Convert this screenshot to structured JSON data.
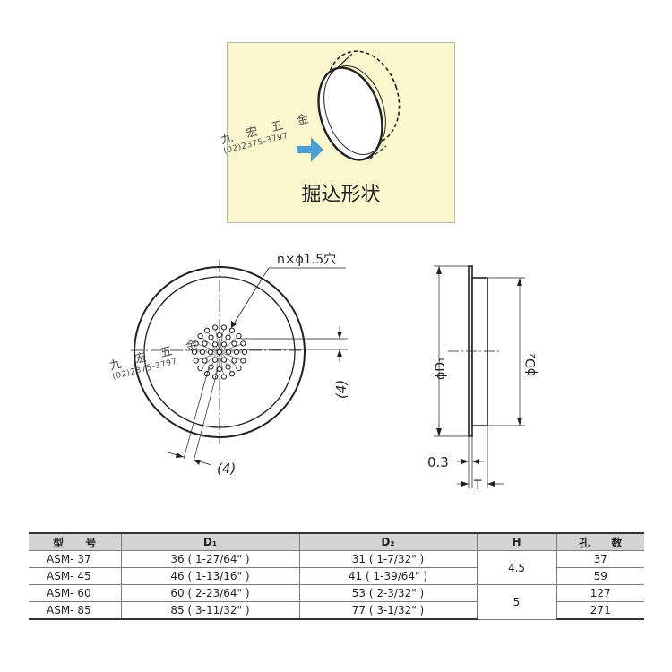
{
  "illustration": {
    "caption": "掘込形状",
    "arrow_color": "#4a9fd8",
    "background": "#fbf8cf"
  },
  "watermark": {
    "name": "九 宏 五 金",
    "phone": "(02)2375-3797"
  },
  "front_view": {
    "hole_label": "n×ϕ1.5穴",
    "dim_bottom": "(4)",
    "dim_right": "(4)"
  },
  "side_view": {
    "d1_label": "ϕD₁",
    "d2_label": "ϕD₂",
    "thickness_label": "0.3",
    "t_label": "T"
  },
  "table": {
    "headers": [
      "型 号",
      "D₁",
      "D₂",
      "H",
      "孔 数"
    ],
    "rows": [
      {
        "model": "ASM- 37",
        "d1": "36 ( 1-27/64\" )",
        "d2": "31 ( 1-7/32\" )",
        "h": "4.5",
        "holes": "37"
      },
      {
        "model": "ASM- 45",
        "d1": "46 ( 1-13/16\" )",
        "d2": "41 ( 1-39/64\" )",
        "h": "",
        "holes": "59"
      },
      {
        "model": "ASM- 60",
        "d1": "60 ( 2-23/64\" )",
        "d2": "53 ( 2-3/32\" )",
        "h": "5",
        "holes": "127"
      },
      {
        "model": "ASM- 85",
        "d1": "85 ( 3-11/32\" )",
        "d2": "77 ( 3-1/32\" )",
        "h": "",
        "holes": "271"
      }
    ]
  }
}
